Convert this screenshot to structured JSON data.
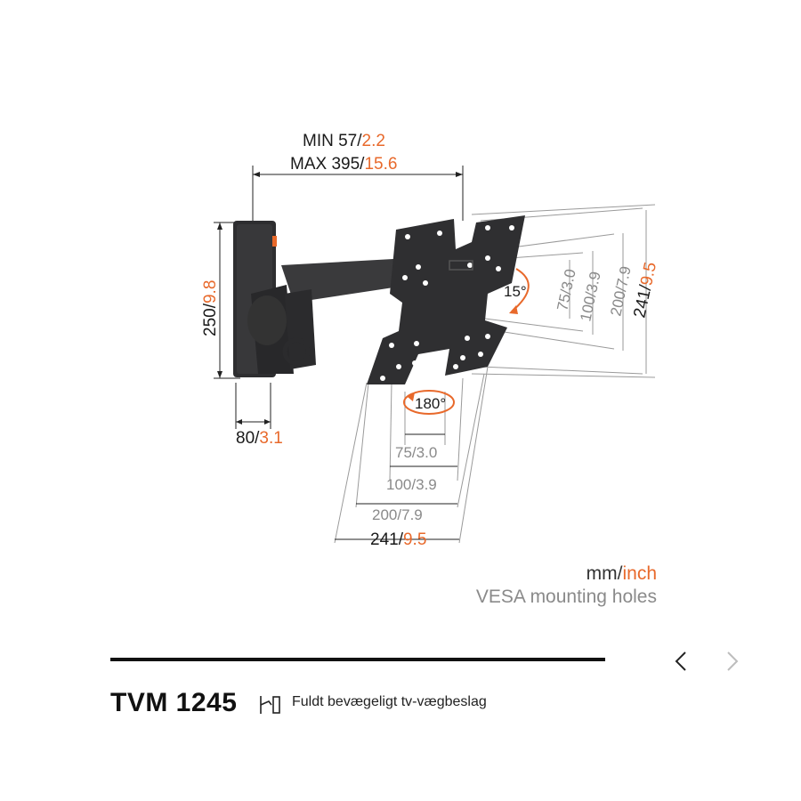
{
  "dimensions": {
    "arm_min_mm": "MIN 57",
    "arm_min_in": "2.2",
    "arm_max_mm": "MAX 395",
    "arm_max_in": "15.6",
    "height_mm": "250",
    "height_in": "9.8",
    "width_mm": "80",
    "width_in": "3.1",
    "tilt": "15°",
    "swivel": "180°",
    "vesa_v75_mm": "75",
    "vesa_v75_in": "3.0",
    "vesa_v100_mm": "100",
    "vesa_v100_in": "3.9",
    "vesa_v200_mm": "200",
    "vesa_v200_in": "7.9",
    "vesa_v241_mm": "241",
    "vesa_v241_in": "9.5",
    "vesa_h75_mm": "75",
    "vesa_h75_in": "3.0",
    "vesa_h100_mm": "100",
    "vesa_h100_in": "3.9",
    "vesa_h200_mm": "200",
    "vesa_h200_in": "7.9",
    "vesa_h241_mm": "241",
    "vesa_h241_in": "9.5",
    "sep": "/"
  },
  "legend": {
    "mm": "mm",
    "slash": "/",
    "inch": "inch",
    "vesa": "VESA mounting holes"
  },
  "product": {
    "title": "TVM 1245",
    "description": "Fuldt bevægeligt tv-vægbeslag",
    "icon": "full-motion-mount-icon"
  },
  "navigation": {
    "prev_icon": "chevron-left-icon",
    "next_icon": "chevron-right-icon"
  },
  "colors": {
    "accent": "#e8692b",
    "secondary_text": "#8a8a8a",
    "product_body": "#2e2e30"
  }
}
